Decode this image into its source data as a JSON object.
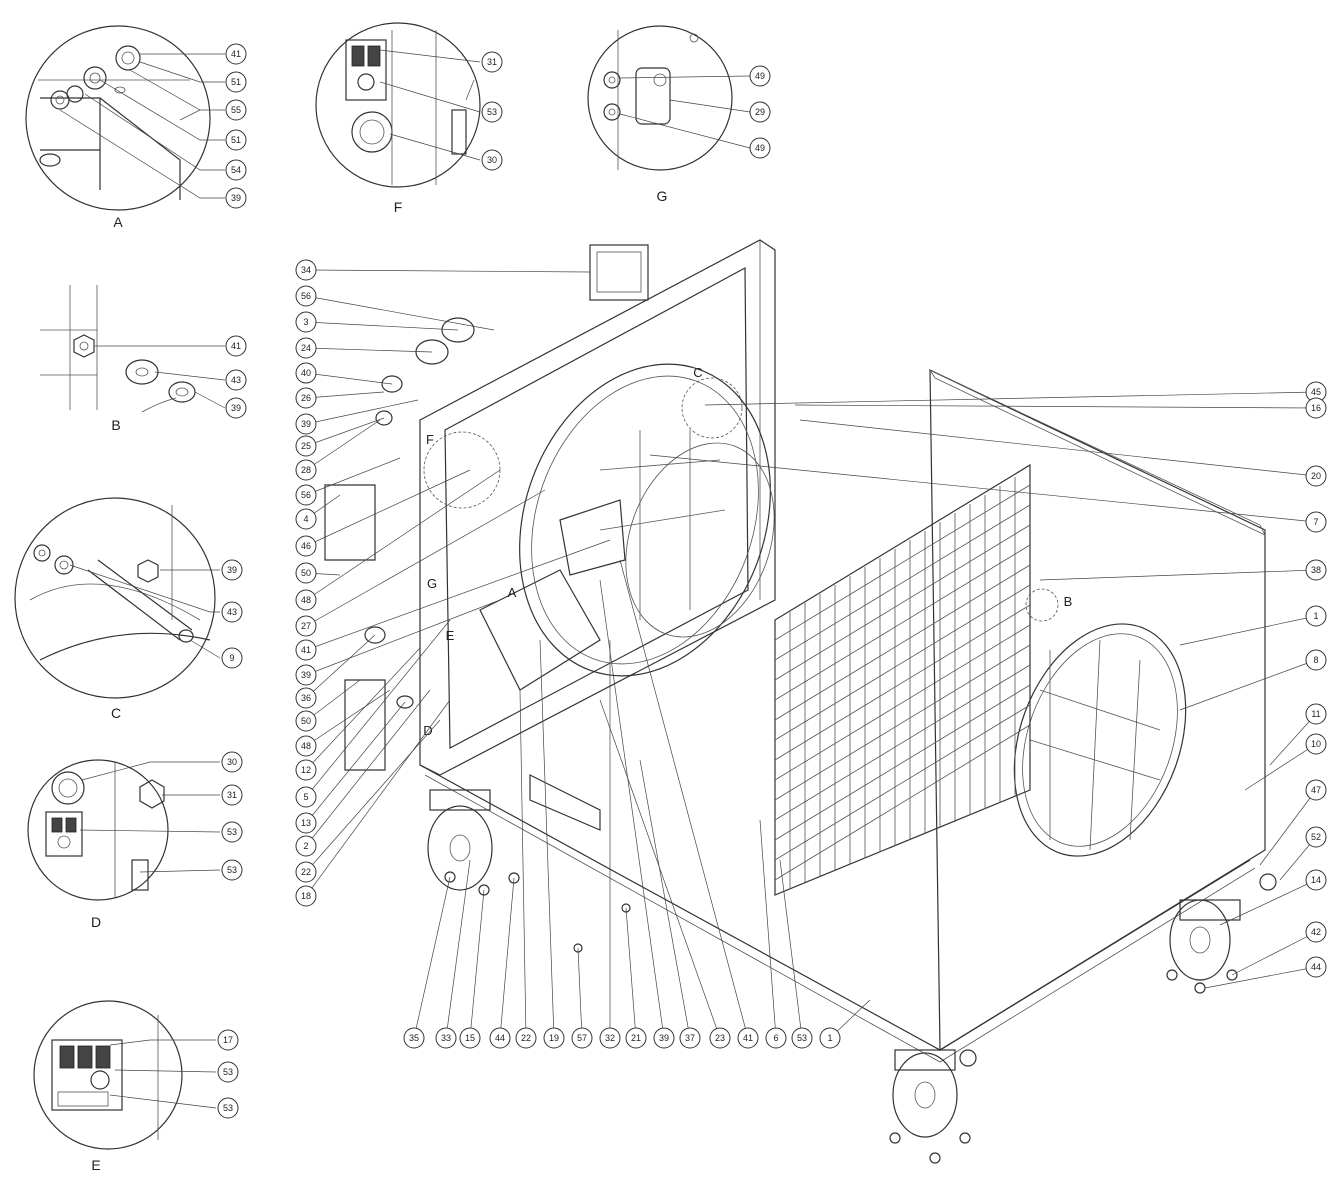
{
  "details": [
    {
      "id": "A",
      "label": "A",
      "callouts": [
        "41",
        "51",
        "55",
        "51",
        "54",
        "39"
      ]
    },
    {
      "id": "B",
      "label": "B",
      "callouts": [
        "41",
        "43",
        "39"
      ]
    },
    {
      "id": "C",
      "label": "C",
      "callouts": [
        "39",
        "43",
        "9"
      ]
    },
    {
      "id": "D",
      "label": "D",
      "callouts": [
        "30",
        "31",
        "53",
        "53"
      ]
    },
    {
      "id": "E",
      "label": "E",
      "callouts": [
        "17",
        "53",
        "53"
      ]
    },
    {
      "id": "F",
      "label": "F",
      "callouts": [
        "31",
        "53",
        "30"
      ]
    },
    {
      "id": "G",
      "label": "G",
      "callouts": [
        "49",
        "29",
        "49"
      ]
    }
  ],
  "main": {
    "left_callouts": [
      "34",
      "56",
      "3",
      "24",
      "40",
      "26",
      "39",
      "25",
      "28",
      "56",
      "4",
      "46",
      "50",
      "48",
      "27",
      "41",
      "39",
      "36",
      "50",
      "48",
      "12",
      "5",
      "13",
      "2",
      "22",
      "18"
    ],
    "right_callouts": [
      "45",
      "16",
      "20",
      "7",
      "38",
      "1",
      "8",
      "11",
      "10",
      "47",
      "52",
      "14",
      "42",
      "44"
    ],
    "bottom_callouts": [
      "35",
      "33",
      "15",
      "44",
      "22",
      "19",
      "57",
      "32",
      "21",
      "39",
      "37",
      "23",
      "41",
      "6",
      "53",
      "1"
    ],
    "ref_labels": [
      "A",
      "B",
      "C",
      "D",
      "E",
      "F",
      "G"
    ]
  }
}
